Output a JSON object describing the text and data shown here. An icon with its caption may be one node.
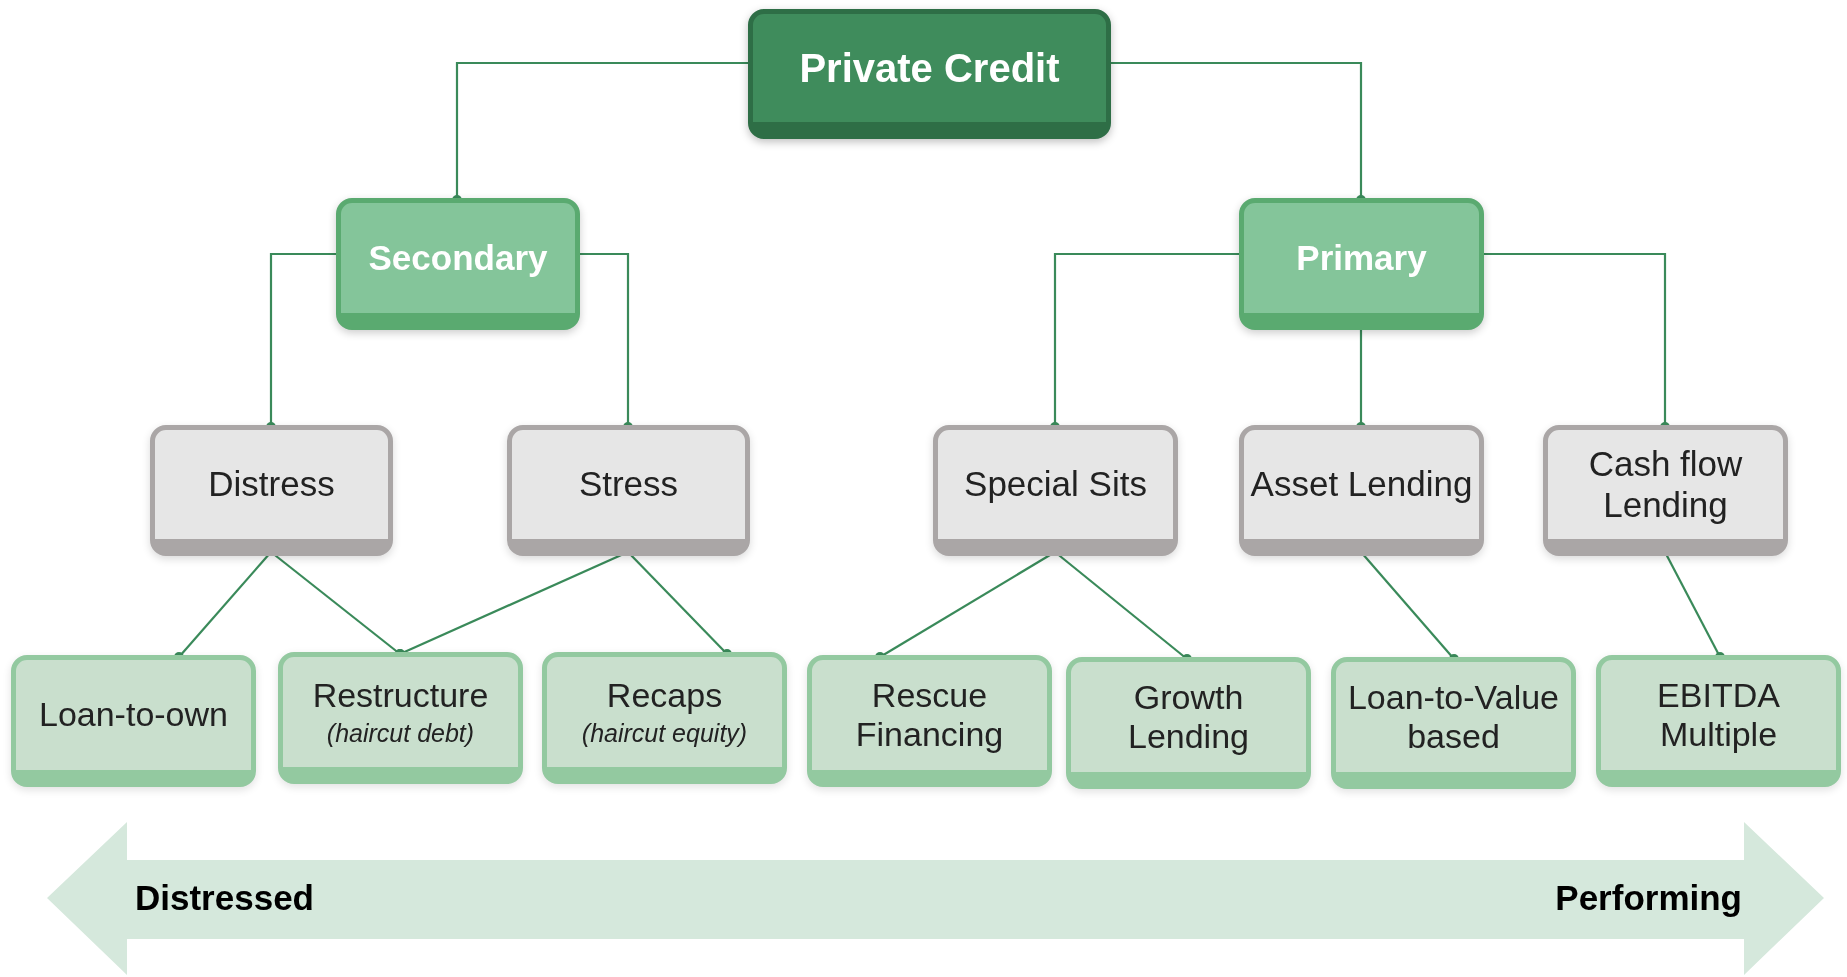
{
  "diagram": {
    "nodes": [
      {
        "text": [
          "Private Credit"
        ]
      },
      {
        "text": [
          "Secondary"
        ]
      },
      {
        "text": [
          "Primary"
        ]
      },
      {
        "text": [
          "Distress"
        ]
      },
      {
        "text": [
          "Stress"
        ]
      },
      {
        "text": [
          "Special Sits"
        ]
      },
      {
        "text": [
          "Asset Lending"
        ]
      },
      {
        "text": [
          "Cash flow Lending"
        ]
      },
      {
        "text": [
          "Loan-to-own"
        ]
      },
      {
        "text": [
          "Restructure",
          "(haircut debt)"
        ]
      },
      {
        "text": [
          "Recaps",
          "(haircut equity)"
        ]
      },
      {
        "text": [
          "Rescue Financing"
        ]
      },
      {
        "text": [
          "Growth Lending"
        ]
      },
      {
        "text": [
          "Loan-to-Value based"
        ]
      },
      {
        "text": [
          "EBITDA Multiple"
        ]
      }
    ],
    "edges": [
      {
        "from": 0,
        "to": 1,
        "arrow": "other"
      },
      {
        "from": 0,
        "to": 2,
        "arrow": "other"
      },
      {
        "from": 1,
        "to": 3,
        "arrow": "other"
      },
      {
        "from": 1,
        "to": 4,
        "arrow": "other"
      },
      {
        "from": 2,
        "to": 5,
        "arrow": "other"
      },
      {
        "from": 2,
        "to": 6,
        "arrow": "other"
      },
      {
        "from": 2,
        "to": 7,
        "arrow": "other"
      },
      {
        "from": 3,
        "to": 8,
        "arrow": "other"
      },
      {
        "from": 3,
        "to": 9,
        "arrow": "other"
      },
      {
        "from": 4,
        "to": 9,
        "arrow": "other"
      },
      {
        "from": 4,
        "to": 10,
        "arrow": "other"
      },
      {
        "from": 5,
        "to": 11,
        "arrow": "other"
      },
      {
        "from": 5,
        "to": 12,
        "arrow": "other"
      },
      {
        "from": 6,
        "to": 13,
        "arrow": "other"
      },
      {
        "from": 7,
        "to": 14,
        "arrow": "other"
      }
    ],
    "labels": [
      "Distressed",
      "Performing"
    ]
  }
}
